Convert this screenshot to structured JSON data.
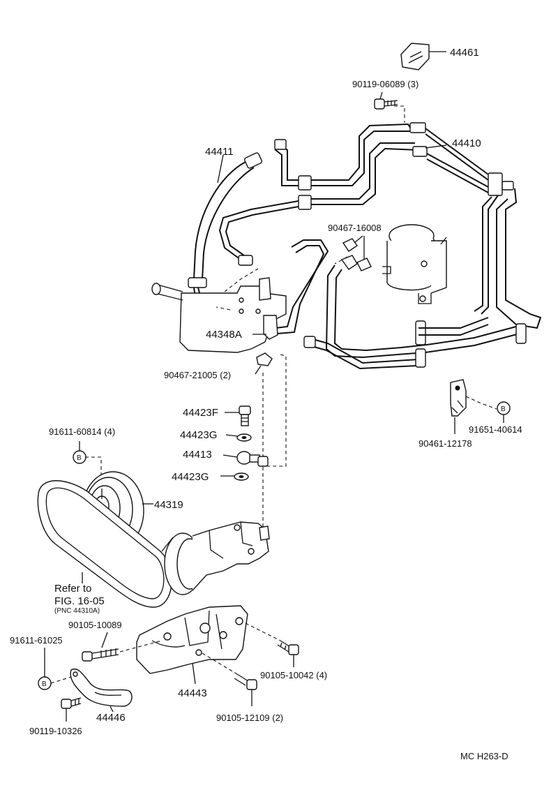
{
  "labels": {
    "p44461": "44461",
    "p90119_06089": "90119-06089 (3)",
    "p44410": "44410",
    "p44411": "44411",
    "p90467_16008": "90467-16008",
    "p44348A": "44348A",
    "p90467_21005": "90467-21005 (2)",
    "p44423F": "44423F",
    "p44423G_1": "44423G",
    "p44413": "44413",
    "p44423G_2": "44423G",
    "p91611_60814": "91611-60814 (4)",
    "p44319": "44319",
    "p90461_12178": "90461-12178",
    "p91651_40614": "91651-40614",
    "ref_line1": "Refer to",
    "ref_line2": "FIG. 16-05",
    "ref_line3": "(PNC 44310A)",
    "p90105_10089": "90105-10089",
    "p91611_61025": "91611-61025",
    "p90105_10042": "90105-10042 (4)",
    "p44443": "44443",
    "p44446": "44446",
    "p90105_12109": "90105-12109 (2)",
    "p90119_10326": "90119-10326",
    "footer": "MC H263-D"
  },
  "markers": {
    "b_marker": "B"
  }
}
